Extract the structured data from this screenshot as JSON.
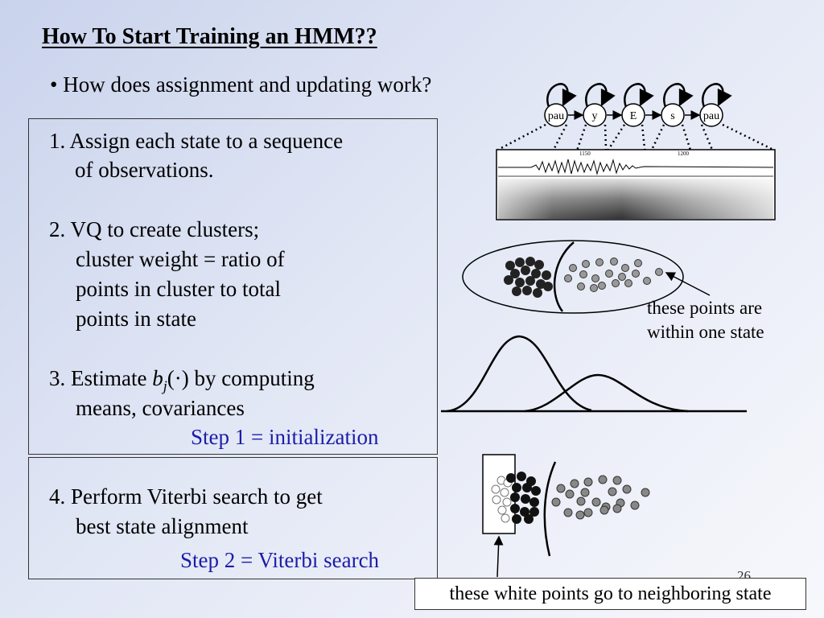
{
  "slide": {
    "title": "How To Start Training an HMM??",
    "bullet": "• How does assignment and updating work?",
    "page_number": "26"
  },
  "steps": {
    "s1_line1": "1. Assign each state to a sequence",
    "s1_line2": "of observations.",
    "s2_line1": "2. VQ to create clusters;",
    "s2_line2": "cluster weight = ratio of",
    "s2_line3": "points in cluster to total",
    "s2_line4": "points in state",
    "s3_prefix": "3. Estimate ",
    "s3_b": "b",
    "s3_j": "j",
    "s3_dot": "(·)",
    "s3_suffix": " by computing",
    "s3_line2": "means, covariances",
    "step1_label": "Step 1 = initialization",
    "s4_line1": "4. Perform Viterbi search to get",
    "s4_line2": "best state alignment",
    "step2_label": "Step 2 = Viterbi search"
  },
  "diagram": {
    "states": [
      "pau",
      "y",
      "E",
      "s",
      "pau"
    ],
    "spectrogram_marks": [
      "1150",
      "1200"
    ],
    "note_line1": "these points are",
    "note_line2": "within one state",
    "caption": "these white points go to neighboring state"
  }
}
